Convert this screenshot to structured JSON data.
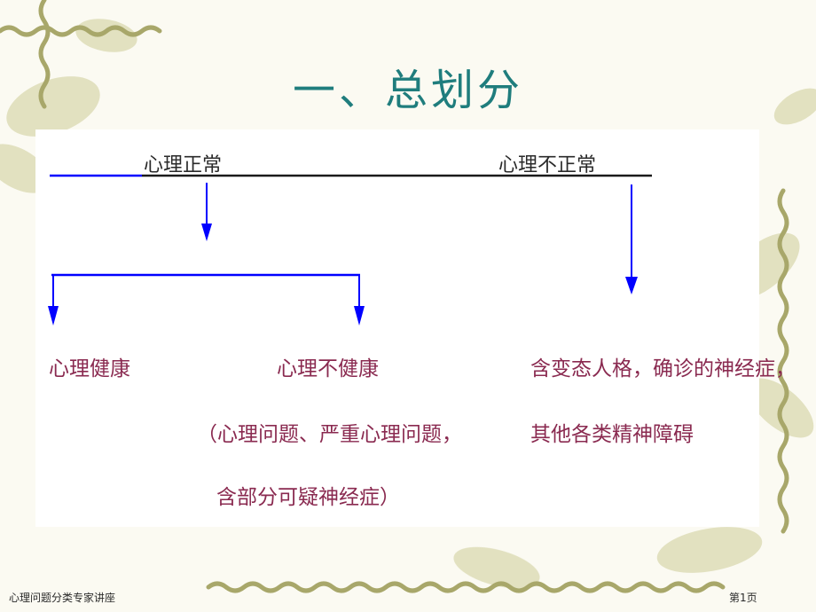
{
  "slide": {
    "title": "一、总划分",
    "footer_left": "心理问题分类专家讲座",
    "footer_right": "第1页"
  },
  "diagram": {
    "top_left_label": "心理正常",
    "top_right_label": "心理不正常",
    "left_branch": "心理健康",
    "middle_branch": "心理不健康",
    "middle_note_1": "（心理问题、严重心理问题，",
    "middle_note_2": "含部分可疑神经症）",
    "right_note_1": "含变态人格，确诊的神经症，",
    "right_note_2": "其他各类精神障碍"
  },
  "colors": {
    "title": "#1f7d7d",
    "arrows": "#0000ff",
    "category_text": "#8a2a50",
    "decoration": "#a8a76a"
  }
}
